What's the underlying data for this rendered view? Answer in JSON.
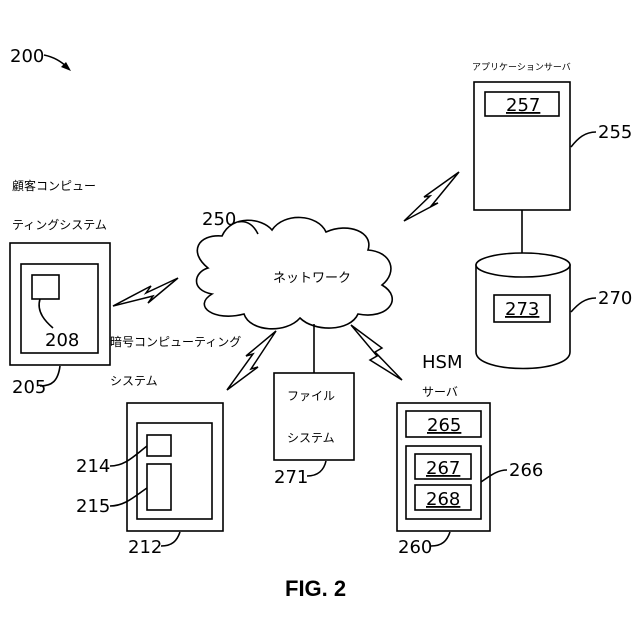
{
  "figure": {
    "ref": "200",
    "caption": "FIG. 2"
  },
  "network": {
    "label": "ネットワーク",
    "ref": "250"
  },
  "customer_system": {
    "label_line1": "顧客コンピュー",
    "label_line2": "ティングシステム",
    "ref": "205",
    "component_ref": "208"
  },
  "crypto_system": {
    "label_line1": "暗号コンピューティング",
    "label_line2": "システム",
    "ref": "212",
    "component1_ref": "214",
    "component2_ref": "215"
  },
  "file_system": {
    "label_line1": "ファイル",
    "label_line2": "システム",
    "ref": "271"
  },
  "hsm_server": {
    "label_line1": "HSM",
    "label_line2": "サーバ",
    "ref": "260",
    "component_ref": "265",
    "group_ref": "266",
    "group_item1_ref": "267",
    "group_item2_ref": "268"
  },
  "application_server": {
    "label": "アプリケーションサーバ",
    "ref": "255",
    "component_ref": "257"
  },
  "database": {
    "ref": "270",
    "component_ref": "273"
  }
}
